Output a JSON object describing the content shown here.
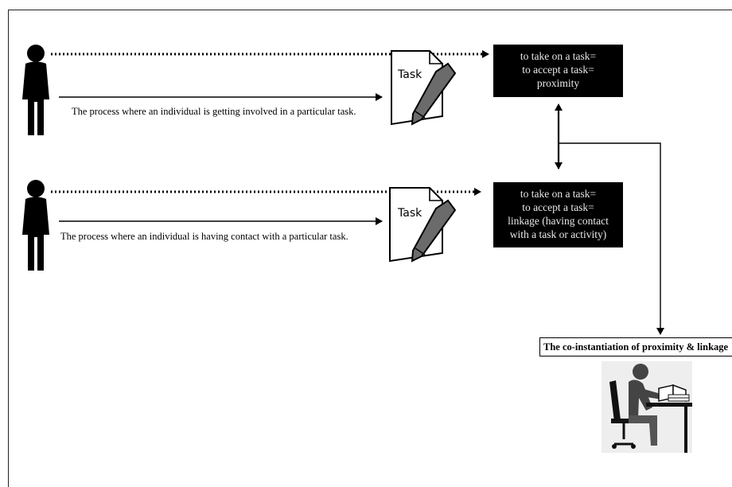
{
  "rows": [
    {
      "process_label": "The process where an individual is getting involved in a particular task.",
      "task_label": "Task",
      "box_lines": [
        "to take on a task=",
        "to accept a task=",
        "proximity"
      ]
    },
    {
      "process_label": "The process where an individual is having contact with a particular task.",
      "task_label": "Task",
      "box_lines": [
        "to take on a task=",
        "to accept a task=",
        "linkage (having contact",
        "with a task or activity)"
      ]
    }
  ],
  "result_label": "The co-instantiation of proximity & linkage",
  "colors": {
    "box_bg": "#000000",
    "box_text": "#e8e8e8",
    "lines": "#000000"
  },
  "icons": {
    "person": "person-silhouette-icon",
    "task_note": "task-note-icon",
    "pencil": "pencil-icon",
    "worker": "person-working-at-desk-icon"
  }
}
